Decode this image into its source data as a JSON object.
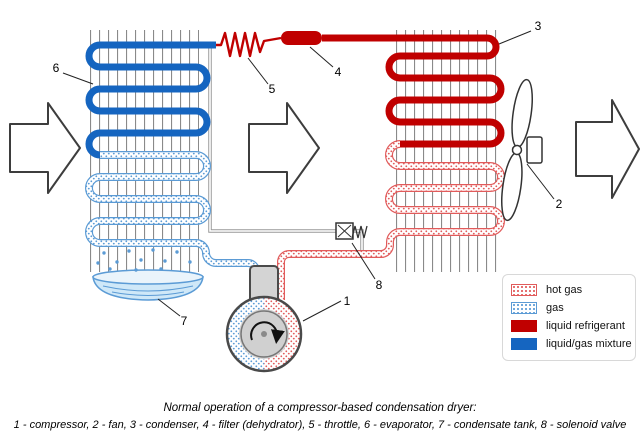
{
  "caption": {
    "title": "Normal operation of a compressor-based condensation dryer:",
    "legend_line": "1 - compressor, 2 - fan, 3 - condenser, 4 - filter (dehydrator), 5 - throttle, 6 - evaporator, 7 - condensate tank, 8 - solenoid valve"
  },
  "callout_numbers": {
    "compressor": "1",
    "fan": "2",
    "condenser": "3",
    "filter": "4",
    "throttle": "5",
    "evaporator": "6",
    "condensate_tank": "7",
    "solenoid_valve": "8"
  },
  "legend": {
    "items": [
      {
        "label": "hot gas",
        "swatch": "red-dots"
      },
      {
        "label": "gas",
        "swatch": "blue-dots"
      },
      {
        "label": "liquid refrigerant",
        "swatch": "red-solid"
      },
      {
        "label": "liquid/gas mixture",
        "swatch": "blue-solid"
      }
    ]
  },
  "colors": {
    "hot_gas": "#e15b5b",
    "gas": "#5b9bd5",
    "liquid_refrigerant": "#c00000",
    "liquid_gas_mixture": "#1565c0",
    "fin_gray": "#8a8a8a",
    "metal_gray": "#d4d4d4",
    "outline_gray": "#404040"
  }
}
